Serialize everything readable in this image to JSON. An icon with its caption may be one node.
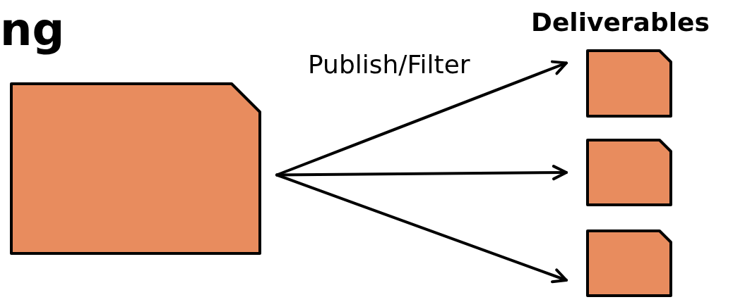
{
  "diagram": {
    "nodes": [
      {
        "text": [],
        "shape": "box"
      },
      {
        "text": [],
        "shape": "box"
      },
      {
        "text": [],
        "shape": "box"
      },
      {
        "text": [],
        "shape": "box"
      }
    ],
    "edges": [
      {
        "from": 0,
        "to": 1,
        "arrow": "to",
        "label": "Publish/Filter"
      },
      {
        "from": 0,
        "to": 2,
        "arrow": "to"
      },
      {
        "from": 0,
        "to": 3,
        "arrow": "to"
      }
    ],
    "labels": [
      "ng",
      "Deliverables"
    ]
  }
}
